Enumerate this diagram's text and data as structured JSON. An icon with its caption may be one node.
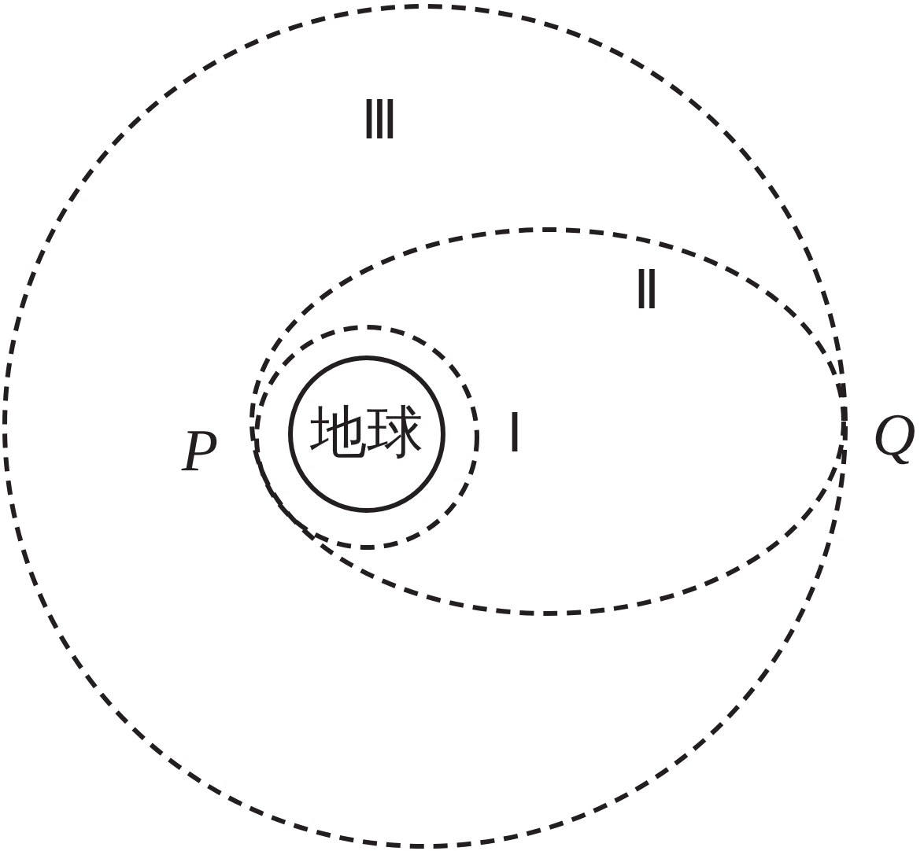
{
  "diagram": {
    "nodes": [
      {
        "text": [
          "地球"
        ]
      }
    ],
    "labels": [
      "Ⅲ",
      "Ⅱ",
      "P",
      "Ⅰ",
      "Q"
    ]
  }
}
